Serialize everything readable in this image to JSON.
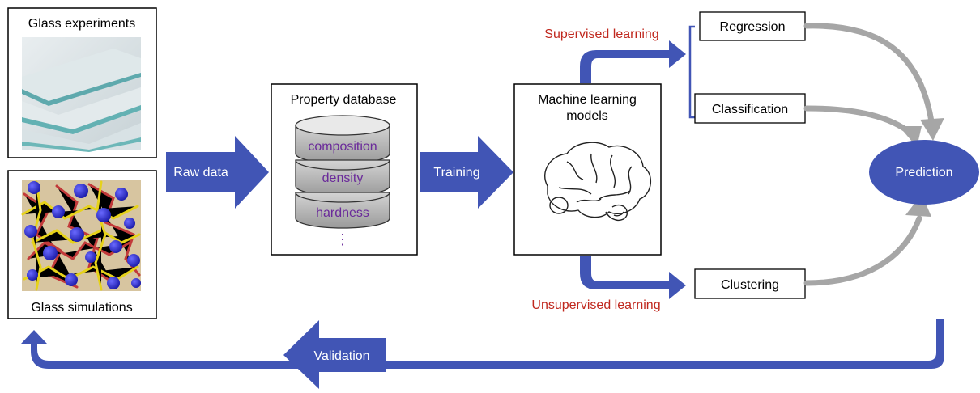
{
  "inputs": {
    "experiments_label": "Glass experiments",
    "simulations_label": "Glass simulations"
  },
  "arrows": {
    "raw_data": "Raw data",
    "training": "Training",
    "validation": "Validation"
  },
  "database": {
    "title": "Property database",
    "items": [
      "composition",
      "density",
      "hardness"
    ],
    "more": "⋮"
  },
  "models": {
    "title_line1": "Machine learning",
    "title_line2": "models"
  },
  "branches": {
    "supervised": "Supervised learning",
    "unsupervised": "Unsupervised learning"
  },
  "outputs": {
    "regression": "Regression",
    "classification": "Classification",
    "clustering": "Clustering",
    "prediction": "Prediction"
  },
  "colors": {
    "blue": "#4155b5",
    "red": "#c0281e",
    "purple": "#6a2a9a",
    "gray": "#a6a6a6"
  }
}
